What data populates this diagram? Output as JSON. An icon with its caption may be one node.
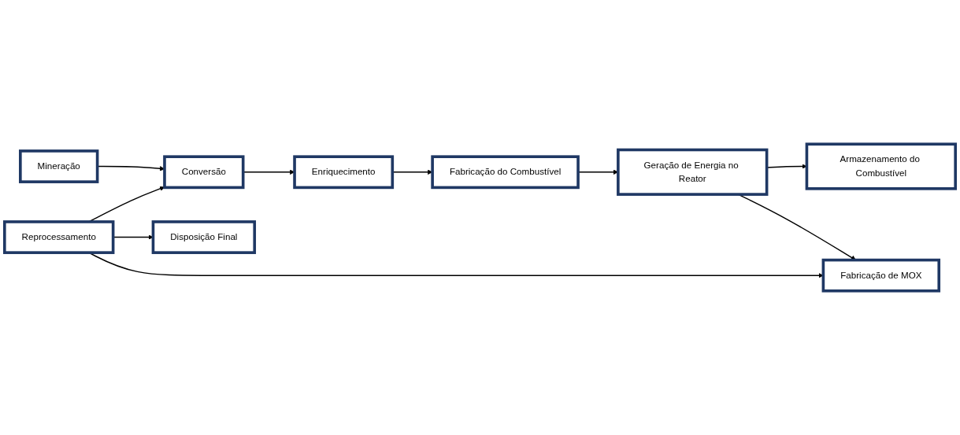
{
  "diagram": {
    "nodes": [
      {
        "text": [
          "Mineração"
        ]
      },
      {
        "text": [
          "Conversão"
        ]
      },
      {
        "text": [
          "Enriquecimento"
        ]
      },
      {
        "text": [
          "Fabricação do Combustível"
        ]
      },
      {
        "text": [
          "Armazenamento do Combustível"
        ]
      },
      {
        "text": [
          "Geração de Energia no Reator"
        ]
      },
      {
        "text": [
          "Disposição Final"
        ]
      },
      {
        "text": [
          "Reprocessamento"
        ]
      },
      {
        "text": [
          "Fabricação de MOX"
        ]
      }
    ],
    "edges": [
      {
        "from": 0,
        "to": 1,
        "arrow": "to"
      },
      {
        "from": 1,
        "to": 2,
        "arrow": "to"
      },
      {
        "from": 2,
        "to": 3,
        "arrow": "to"
      },
      {
        "from": 3,
        "to": 5,
        "arrow": "to"
      },
      {
        "from": 5,
        "to": 4,
        "arrow": "to"
      },
      {
        "from": 5,
        "to": 8,
        "arrow": "to"
      },
      {
        "from": 7,
        "to": 6,
        "arrow": "to"
      },
      {
        "from": 7,
        "to": 1,
        "arrow": "to"
      },
      {
        "from": 7,
        "to": 8,
        "arrow": "to"
      }
    ]
  }
}
